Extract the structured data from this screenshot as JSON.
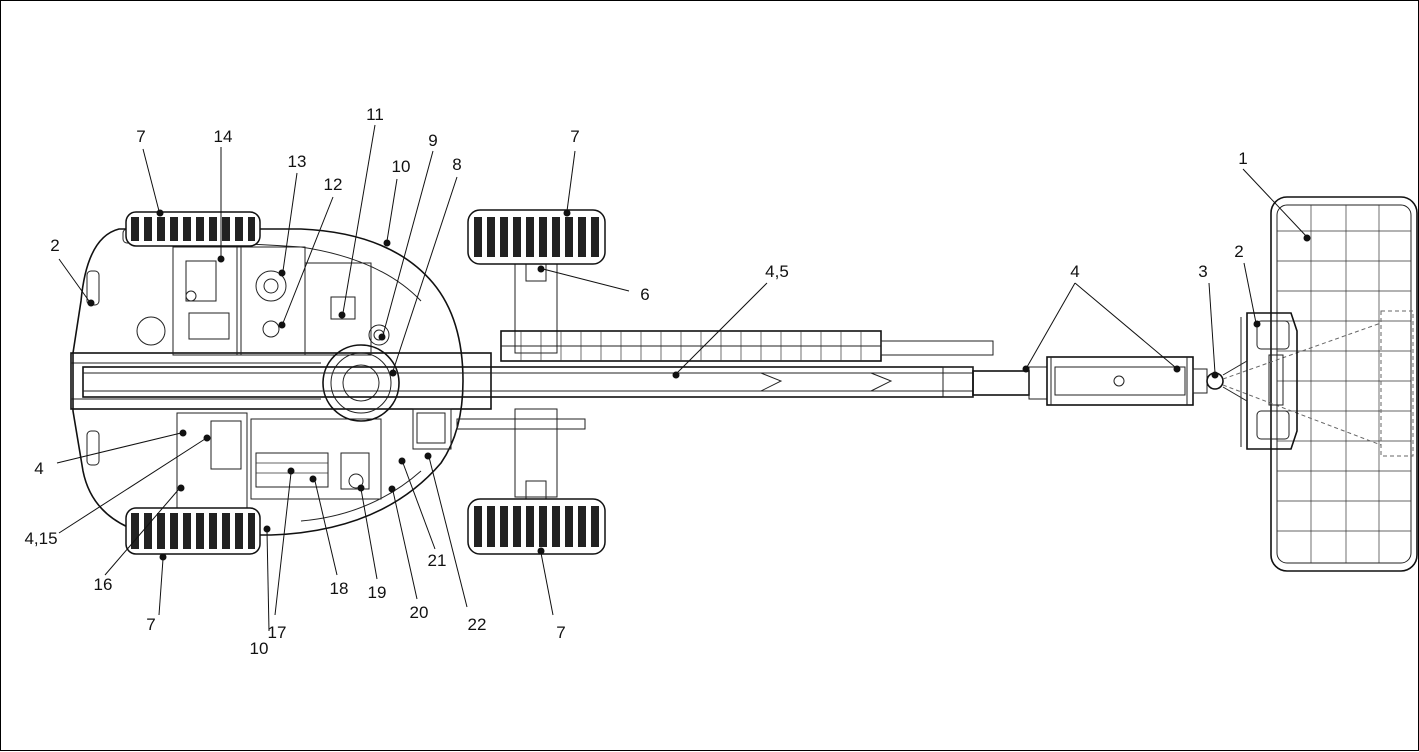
{
  "callouts": {
    "c1": "1",
    "c2_left": "2",
    "c2_right": "2",
    "c3": "3",
    "c4_left": "4",
    "c4_boom": "4",
    "c45": "4,5",
    "c415": "4,15",
    "c6": "6",
    "c7_tl": "7",
    "c7_tr": "7",
    "c7_bl": "7",
    "c7_br": "7",
    "c8": "8",
    "c9": "9",
    "c10_top": "10",
    "c10_bottom": "10",
    "c11": "11",
    "c12": "12",
    "c13": "13",
    "c14": "14",
    "c16": "16",
    "c17": "17",
    "c18": "18",
    "c19": "19",
    "c20": "20",
    "c21": "21",
    "c22": "22"
  }
}
